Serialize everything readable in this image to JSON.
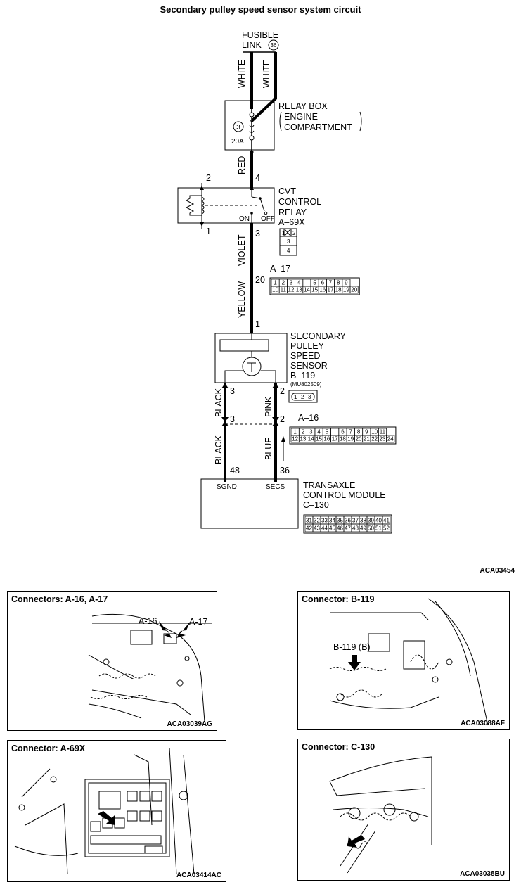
{
  "title": "Secondary pulley speed sensor system circuit",
  "fusible_link": {
    "label_line1": "FUSIBLE",
    "label_line2": "LINK",
    "number": "36"
  },
  "wires": {
    "white_left": "WHITE",
    "white_right": "WHITE",
    "red": "RED",
    "violet": "VIOLET",
    "yellow": "YELLOW",
    "black_upper": "BLACK",
    "pink": "PINK",
    "black_lower": "BLACK",
    "blue": "BLUE"
  },
  "relay_box": {
    "line1": "RELAY BOX",
    "line2": "ENGINE",
    "line3": "COMPARTMENT",
    "fuse_number": "3",
    "fuse_rating": "20A"
  },
  "cvt_relay": {
    "line1": "CVT",
    "line2": "CONTROL",
    "line3": "RELAY",
    "connector": "A–69X",
    "on": "ON",
    "off": "OFF",
    "pin2": "2",
    "pin4": "4",
    "pin1": "1",
    "pin3": "3",
    "conn_pins": [
      "1",
      "2",
      "3",
      "4"
    ]
  },
  "a17": {
    "label": "A–17",
    "pin20": "20",
    "row1": [
      "1",
      "2",
      "3",
      "4",
      "",
      "5",
      "6",
      "7",
      "8",
      "9"
    ],
    "row2": [
      "10",
      "11",
      "12",
      "13",
      "14",
      "15",
      "16",
      "17",
      "18",
      "19",
      "20"
    ]
  },
  "sensor": {
    "line1": "SECONDARY",
    "line2": "PULLEY",
    "line3": "SPEED",
    "line4": "SENSOR",
    "connector": "B–119",
    "part": "(MU802509)",
    "pin1": "1",
    "pin3": "3",
    "pin2": "2",
    "conn_pins": [
      "1",
      "2",
      "3"
    ]
  },
  "a16": {
    "label": "A–16",
    "pin3": "3",
    "pin2": "2",
    "row1": [
      "1",
      "2",
      "3",
      "4",
      "5",
      "",
      "6",
      "7",
      "8",
      "9",
      "10",
      "11"
    ],
    "row2": [
      "12",
      "13",
      "14",
      "15",
      "16",
      "17",
      "18",
      "19",
      "20",
      "21",
      "22",
      "23",
      "24"
    ]
  },
  "tcm": {
    "line1": "TRANSAXLE",
    "line2": "CONTROL MODULE",
    "connector": "C–130",
    "sgnd": "SGND",
    "secs": "SECS",
    "pin48": "48",
    "pin36": "36",
    "row1": [
      "31",
      "32",
      "33",
      "34",
      "35",
      "36",
      "37",
      "38",
      "39",
      "40",
      "41"
    ],
    "row2": [
      "42",
      "43",
      "44",
      "45",
      "46",
      "47",
      "48",
      "49",
      "50",
      "51",
      "52"
    ]
  },
  "diagram_code": "ACA03454",
  "panels": [
    {
      "title": "Connectors: A-16, A-17",
      "code": "ACA03039AG",
      "callout1": "A-16",
      "callout2": "A-17"
    },
    {
      "title": "Connector: B-119",
      "code": "ACA03088AF",
      "callout1": "B-119 (B)"
    },
    {
      "title": "Connector: A-69X",
      "code": "ACA03414AC"
    },
    {
      "title": "Connector: C-130",
      "code": "ACA03038BU"
    }
  ]
}
